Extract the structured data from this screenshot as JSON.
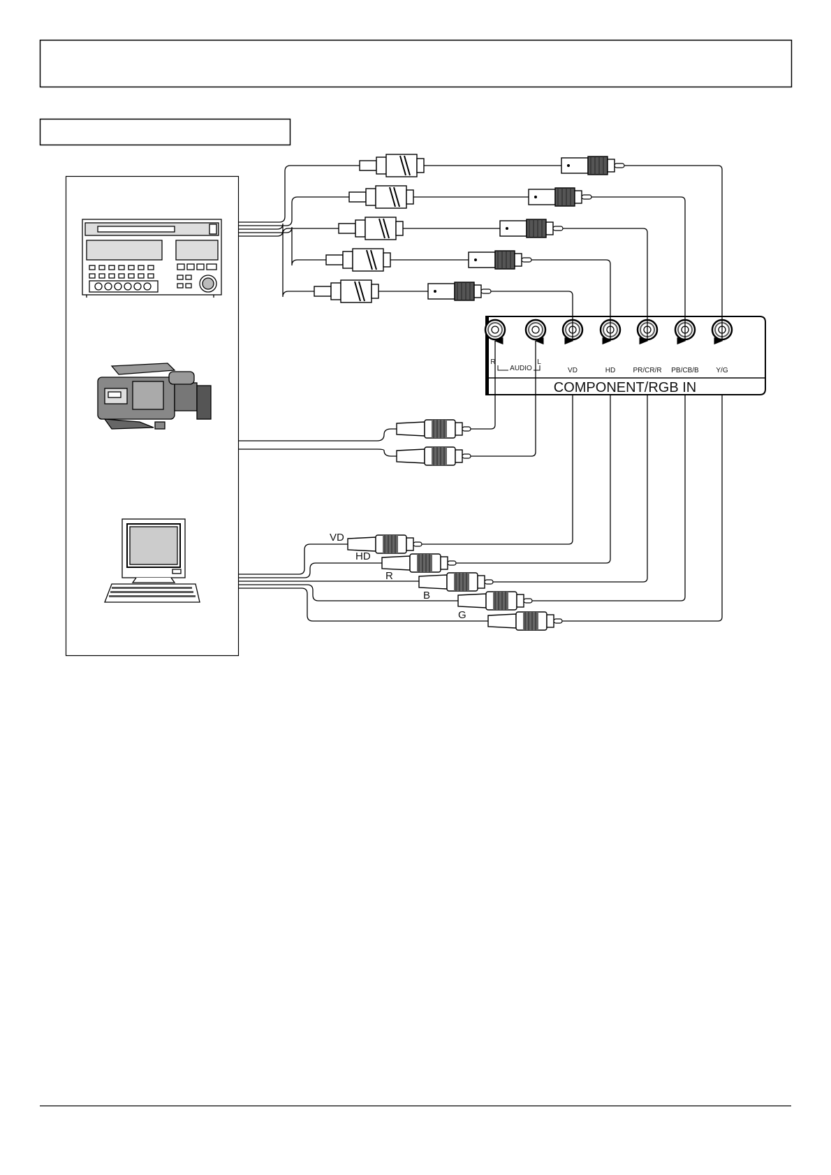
{
  "panel": {
    "title": "COMPONENT/RGB IN",
    "audio_label": "AUDIO",
    "ports": [
      {
        "label": "R",
        "group": "audio"
      },
      {
        "label": "L",
        "group": "audio"
      },
      {
        "label": "VD"
      },
      {
        "label": "HD"
      },
      {
        "label": "PR/CR/R"
      },
      {
        "label": "PB/CB/B"
      },
      {
        "label": "Y/G"
      }
    ]
  },
  "pc_cables": [
    "VD",
    "HD",
    "R",
    "B",
    "G"
  ],
  "devices": [
    "vcr-icon",
    "camcorder-icon",
    "computer-icon"
  ]
}
